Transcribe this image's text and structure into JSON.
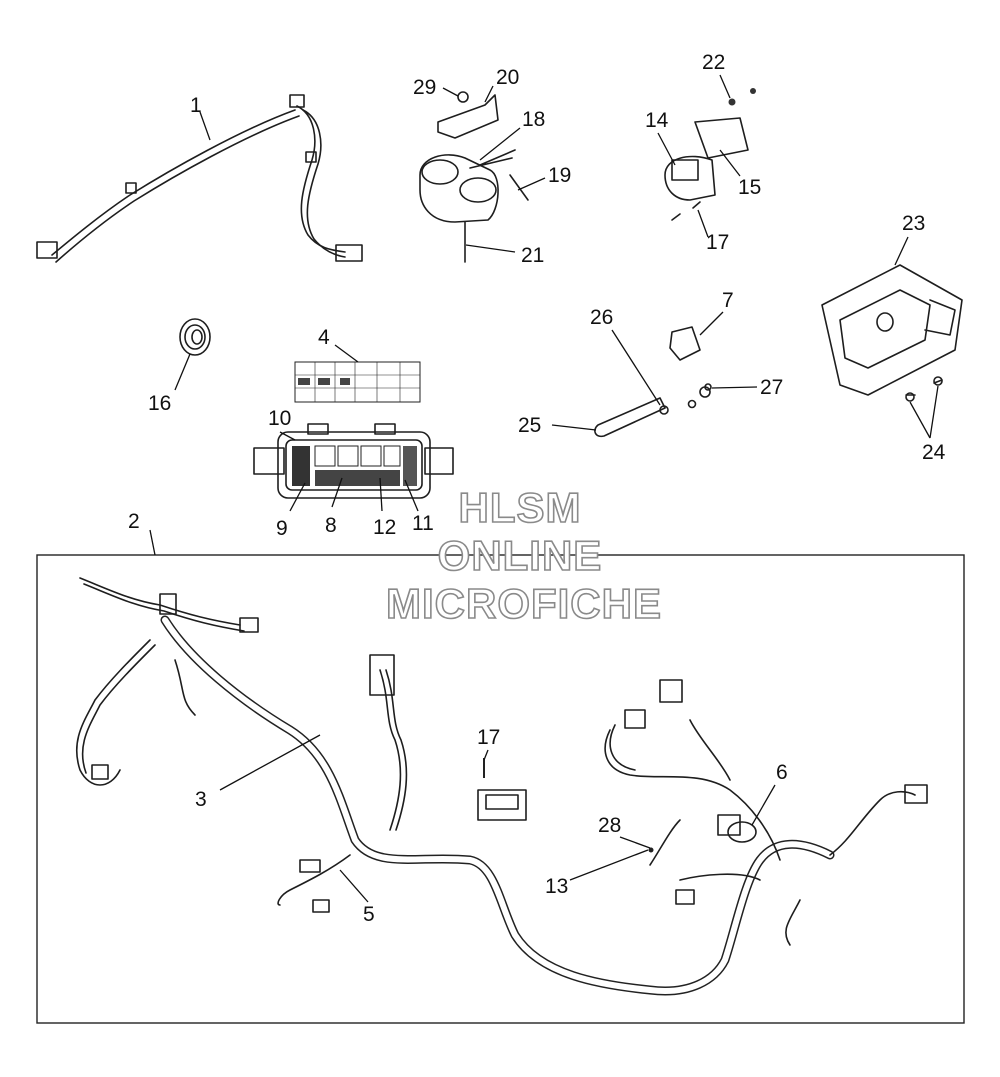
{
  "watermark": {
    "line1": "HLSM",
    "line2": "ONLINE",
    "line3": "MICROFICHE"
  },
  "callouts": [
    {
      "id": "c1",
      "label": "1"
    },
    {
      "id": "c2",
      "label": "2"
    },
    {
      "id": "c3",
      "label": "3"
    },
    {
      "id": "c4",
      "label": "4"
    },
    {
      "id": "c5",
      "label": "5"
    },
    {
      "id": "c6",
      "label": "6"
    },
    {
      "id": "c7",
      "label": "7"
    },
    {
      "id": "c8",
      "label": "8"
    },
    {
      "id": "c9",
      "label": "9"
    },
    {
      "id": "c10",
      "label": "10"
    },
    {
      "id": "c11",
      "label": "11"
    },
    {
      "id": "c12",
      "label": "12"
    },
    {
      "id": "c13",
      "label": "13"
    },
    {
      "id": "c14",
      "label": "14"
    },
    {
      "id": "c15",
      "label": "15"
    },
    {
      "id": "c16",
      "label": "16"
    },
    {
      "id": "c17a",
      "label": "17"
    },
    {
      "id": "c17b",
      "label": "17"
    },
    {
      "id": "c18",
      "label": "18"
    },
    {
      "id": "c19",
      "label": "19"
    },
    {
      "id": "c20",
      "label": "20"
    },
    {
      "id": "c21",
      "label": "21"
    },
    {
      "id": "c22",
      "label": "22"
    },
    {
      "id": "c23",
      "label": "23"
    },
    {
      "id": "c24",
      "label": "24"
    },
    {
      "id": "c25",
      "label": "25"
    },
    {
      "id": "c26",
      "label": "26"
    },
    {
      "id": "c27",
      "label": "27"
    },
    {
      "id": "c28",
      "label": "28"
    },
    {
      "id": "c29",
      "label": "29"
    }
  ]
}
